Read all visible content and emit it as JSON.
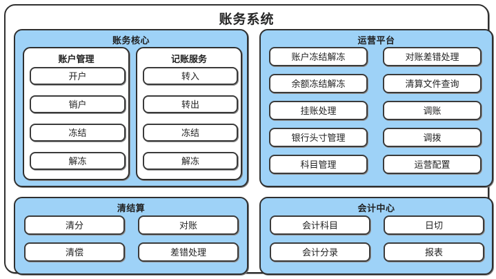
{
  "diagram": {
    "title": "账务系统",
    "colors": {
      "panel_fill": "#9ed2f7",
      "box_fill": "#ffffff",
      "stroke": "#2f2f2f",
      "text": "#1f1f1f"
    },
    "panels": [
      {
        "id": "core",
        "title": "账务核心",
        "subgroups": [
          {
            "id": "account",
            "title": "账户管理",
            "items": [
              "开户",
              "销户",
              "冻结",
              "解冻"
            ]
          },
          {
            "id": "ledger",
            "title": "记账服务",
            "items": [
              "转入",
              "转出",
              "冻结",
              "解冻"
            ]
          }
        ]
      },
      {
        "id": "ops",
        "title": "运营平台",
        "columns": [
          {
            "items": [
              "账户冻结解冻",
              "余额冻结解冻",
              "挂账处理",
              "银行头寸管理",
              "科目管理"
            ]
          },
          {
            "items": [
              "对账差错处理",
              "清算文件查询",
              "调账",
              "调拨",
              "运营配置"
            ]
          }
        ]
      },
      {
        "id": "clearing",
        "title": "清结算",
        "columns": [
          {
            "items": [
              "清分",
              "清偿"
            ]
          },
          {
            "items": [
              "对账",
              "差错处理"
            ]
          }
        ]
      },
      {
        "id": "accounting",
        "title": "会计中心",
        "columns": [
          {
            "items": [
              "会计科目",
              "会计分录"
            ]
          },
          {
            "items": [
              "日切",
              "报表"
            ]
          }
        ]
      }
    ]
  }
}
